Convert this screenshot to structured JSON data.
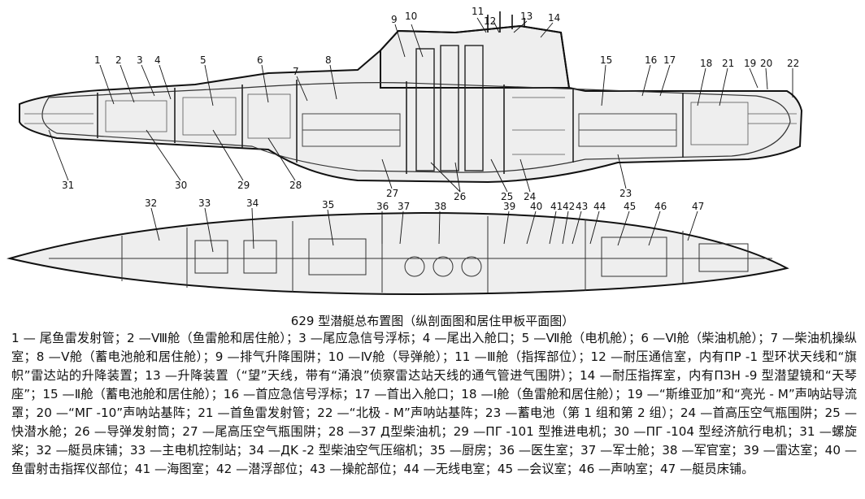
{
  "caption": "629 型潜艇总布置图（纵剖面图和居住甲板平面图）",
  "legend": [
    "1 — 尾鱼雷发射管；",
    "2 —Ⅷ舱（鱼雷舱和居住舱）；",
    "3 —尾应急信号浮标；",
    "4 —尾出入舱口；",
    "5 —Ⅶ舱（电机舱）；",
    "6 —Ⅵ舱（柴油机舱）；",
    "7 —柴油机操纵室；",
    "8 —Ⅴ舱（蓄电池舱和居住舱）；",
    "9 —排气升降围阱；",
    "10 —Ⅳ舱（导弹舱）；",
    "11 —Ⅲ舱（指挥部位）；",
    "12 —耐压通信室，内有ΠP -1 型环状天线和“旗帜”雷达站的升降装置；",
    "13 —升降装置（“望”天线，带有“涌浪”侦察雷达站天线的通气管进气围阱）；",
    "14 —耐压指挥室，内有ΠЗH -9 型潜望镜和“天琴座”；",
    "15 —Ⅱ舱（蓄电池舱和居住舱）；",
    "16 —首应急信号浮标；",
    "17 —首出入舱口；",
    "18 —Ⅰ舱（鱼雷舱和居住舱）；",
    "19 —“斯维亚加”和“亮光 - M”声呐站导流罩；",
    "20 —“MΓ -10”声呐站基阵；",
    "21 —首鱼雷发射管；",
    "22 —“北极 - M”声呐站基阵；",
    "23 —蓄电池（第 1 组和第 2 组）；",
    "24 —首高压空气瓶围阱；",
    "25 —快潜水舱；",
    "26 —导弹发射筒；",
    "27 —尾高压空气瓶围阱；",
    "28 —37 Д型柴油机；",
    "29 —ΠΓ -101 型推进电机；",
    "30 —ΠΓ -104 型经济航行电机；",
    "31 —螺旋桨；",
    "32 —艇员床铺；",
    "33 —主电机控制站；",
    "34 —ДK -2 型柴油空气压缩机；",
    "35 —厨房；",
    "36 —医生室；",
    "37 —军士舱；",
    "38 —军官室；",
    "39 —雷达室；",
    "40 —鱼雷射击指挥仪部位；",
    "41 —海图室；",
    "42 —潜浮部位；",
    "43 —操舵部位；",
    "44 —无线电室；",
    "45 —会议室；",
    "46 —声呐室；",
    "47 —艇员床铺。"
  ],
  "labels": [
    "1",
    "2",
    "3",
    "4",
    "5",
    "6",
    "7",
    "8",
    "9",
    "10",
    "11",
    "12",
    "13",
    "14",
    "15",
    "16",
    "17",
    "18",
    "21",
    "19",
    "20",
    "22",
    "31",
    "30",
    "29",
    "28",
    "27",
    "26",
    "25",
    "24",
    "23",
    "32",
    "33",
    "34",
    "35",
    "36",
    "37",
    "38",
    "39",
    "40",
    "41",
    "42",
    "43",
    "44",
    "45",
    "46",
    "47"
  ]
}
